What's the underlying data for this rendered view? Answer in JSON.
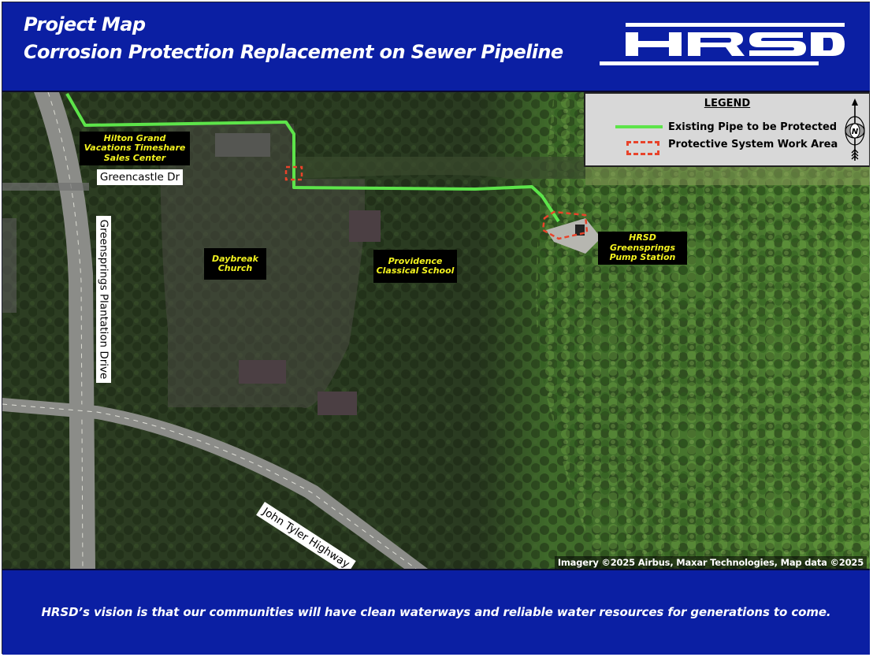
{
  "header": {
    "title_line1": "Project Map",
    "title_line2": "Corrosion Protection Replacement on Sewer Pipeline",
    "logo_text": "HRSD",
    "background_color": "#0b1fa3"
  },
  "legend": {
    "title": "LEGEND",
    "items": [
      {
        "label": "Existing Pipe to be Protected",
        "symbol": "green-line",
        "color": "#5de44a"
      },
      {
        "label": "Protective System Work Area",
        "symbol": "red-dashed-box",
        "color": "#e8432a"
      }
    ],
    "north_arrow": "N"
  },
  "map": {
    "places": [
      {
        "name": "hilton-label",
        "text": "Hilton Grand Vacations Timeshare Sales Center",
        "lines": [
          "Hilton Grand",
          "Vacations Timeshare",
          "Sales Center"
        ]
      },
      {
        "name": "daybreak-label",
        "text": "Daybreak Church",
        "lines": [
          "Daybreak",
          "Church"
        ]
      },
      {
        "name": "providence-label",
        "text": "Providence Classical School",
        "lines": [
          "Providence",
          "Classical School"
        ]
      },
      {
        "name": "pump-station-label",
        "text": "HRSD Greensprings Pump Station",
        "lines": [
          "HRSD",
          "Greensprings",
          "Pump Station"
        ]
      }
    ],
    "roads": [
      {
        "name": "greencastle-dr",
        "text": "Greencastle Dr"
      },
      {
        "name": "greensprings-plantation-drive",
        "text": "Greensprings Plantation Drive"
      },
      {
        "name": "john-tyler-highway",
        "text": "John Tyler Highway"
      }
    ],
    "attribution": "Imagery ©2025 Airbus, Maxar Technologies, Map data ©2025",
    "pipe_color": "#5de44a",
    "work_area_color": "#e8432a"
  },
  "footer": {
    "vision": "HRSD’s vision is that our communities will have clean waterways and reliable water resources for generations to come."
  }
}
